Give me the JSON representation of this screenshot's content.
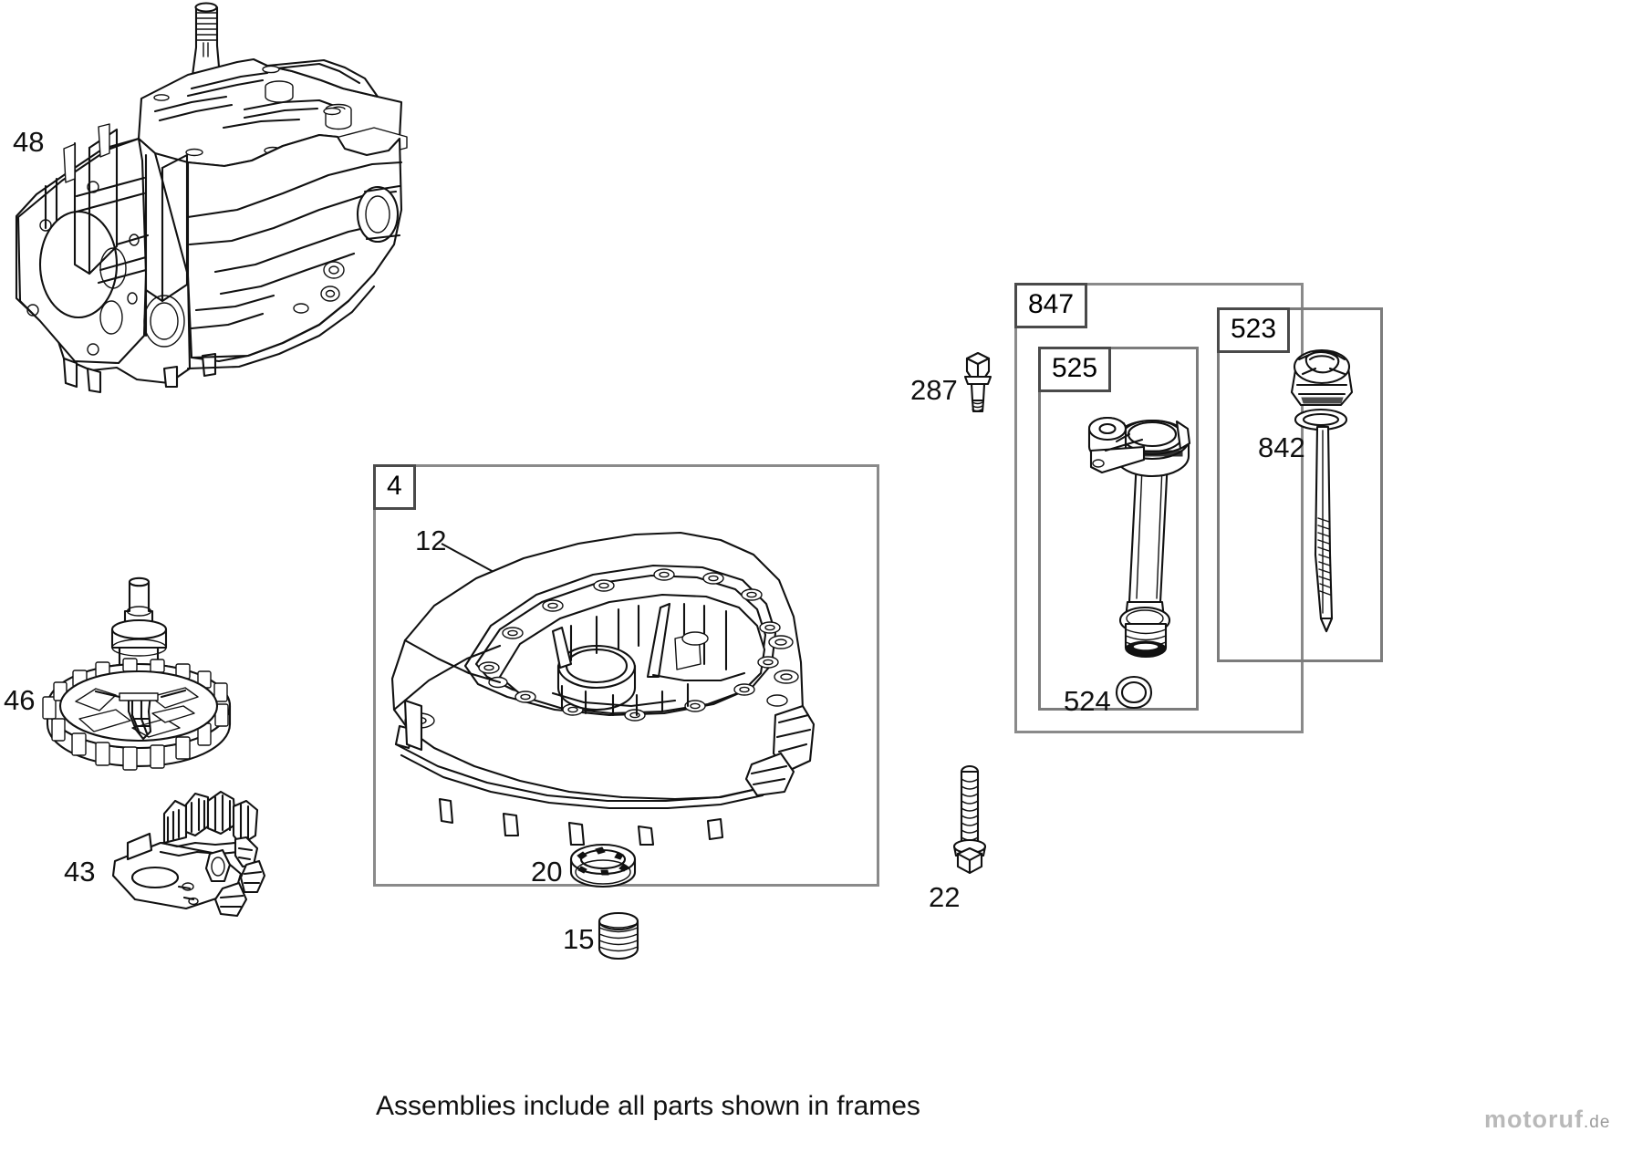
{
  "diagram": {
    "title_footer": "Assemblies include all parts shown in frames",
    "watermark": {
      "brand": "motoruf",
      "tld": ".de"
    },
    "callouts": [
      {
        "id": "48",
        "label": "48",
        "part": "crankcase-engine-block"
      },
      {
        "id": "46",
        "label": "46",
        "part": "camshaft-gear"
      },
      {
        "id": "43",
        "label": "43",
        "part": "governor-bracket-assembly"
      },
      {
        "id": "12",
        "label": "12",
        "part": "crankcase-cover-gasket"
      },
      {
        "id": "20",
        "label": "20",
        "part": "oil-seal-bearing"
      },
      {
        "id": "15",
        "label": "15",
        "part": "oil-drain-plug"
      },
      {
        "id": "287",
        "label": "287",
        "part": "flange-bolt"
      },
      {
        "id": "22",
        "label": "22",
        "part": "hex-flange-screw"
      },
      {
        "id": "524",
        "label": "524",
        "part": "o-ring-seal"
      },
      {
        "id": "842",
        "label": "842",
        "part": "dipstick-o-ring"
      }
    ],
    "frames": [
      {
        "id": "4",
        "label": "4",
        "part": "crankcase-cover-assembly"
      },
      {
        "id": "847",
        "label": "847",
        "part": "oil-fill-tube-and-dipstick-kit"
      },
      {
        "id": "525",
        "label": "525",
        "part": "oil-fill-tube-assembly"
      },
      {
        "id": "523",
        "label": "523",
        "part": "dipstick-assembly"
      }
    ],
    "colors": {
      "line": "#111111",
      "frame": "#8a8a8a",
      "background": "#ffffff",
      "watermark_accent": "#e05a10",
      "watermark_grey": "#b9b9b9"
    }
  }
}
